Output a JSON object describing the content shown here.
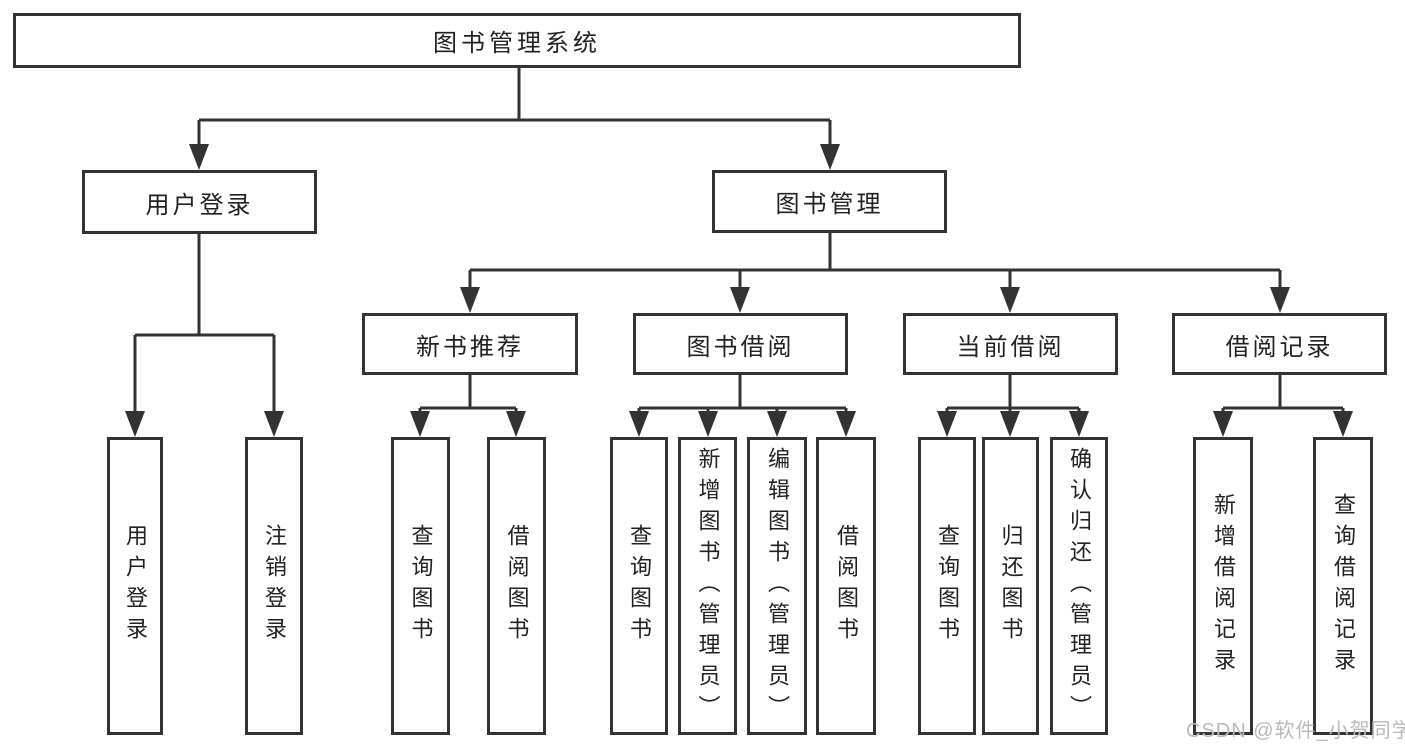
{
  "diagram": {
    "root": {
      "label": "图书管理系统"
    },
    "branches": [
      {
        "label": "用户登录",
        "children": [
          {
            "label": "用户登录"
          },
          {
            "label": "注销登录"
          }
        ]
      },
      {
        "label": "图书管理",
        "groups": [
          {
            "label": "新书推荐",
            "children": [
              {
                "label": "查询图书"
              },
              {
                "label": "借阅图书"
              }
            ]
          },
          {
            "label": "图书借阅",
            "children": [
              {
                "label": "查询图书"
              },
              {
                "label": "新增图书（管理员）"
              },
              {
                "label": "编辑图书（管理员）"
              },
              {
                "label": "借阅图书"
              }
            ]
          },
          {
            "label": "当前借阅",
            "children": [
              {
                "label": "查询图书"
              },
              {
                "label": "归还图书"
              },
              {
                "label": "确认归还（管理员）"
              }
            ]
          },
          {
            "label": "借阅记录",
            "children": [
              {
                "label": "新增借阅记录"
              },
              {
                "label": "查询借阅记录"
              }
            ]
          }
        ]
      }
    ]
  },
  "watermark": {
    "text": "CSDN @软件_小贺同学"
  },
  "colors": {
    "line": "#333333",
    "text": "#222222",
    "box_fill": "#ffffff",
    "background": "#ffffff",
    "watermark": "#b9b9b9"
  }
}
